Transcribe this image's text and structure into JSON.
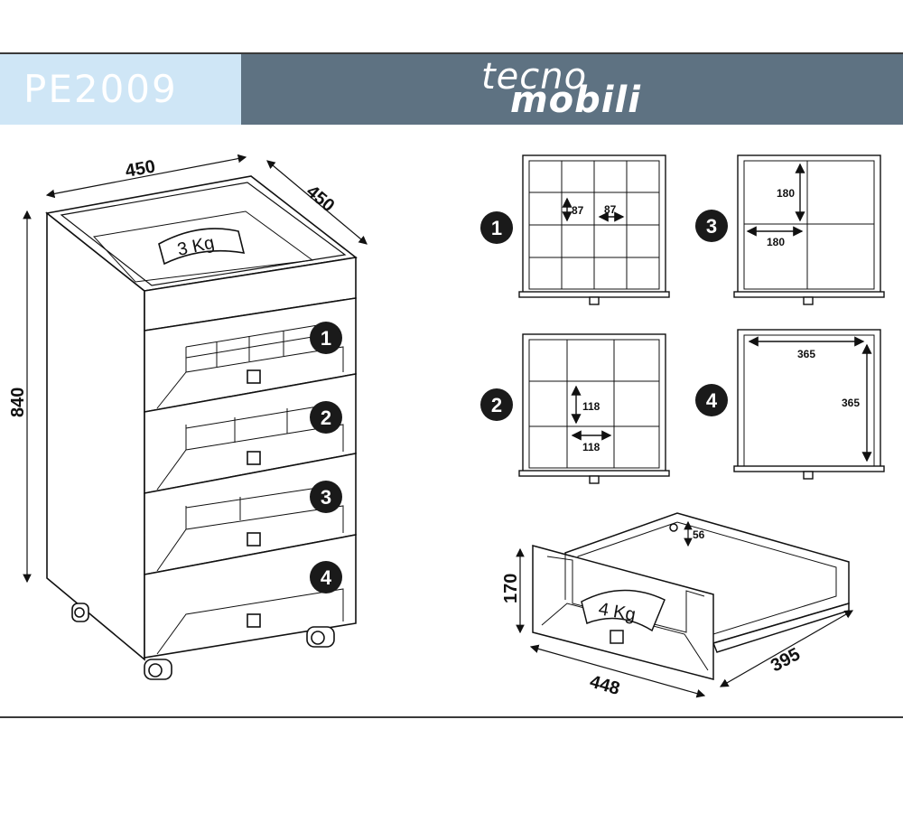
{
  "header": {
    "product_code": "PE2009",
    "brand_line1": "tecno",
    "brand_line2": "mobili"
  },
  "cabinet": {
    "width_label": "450",
    "depth_label": "450",
    "height_label": "840",
    "top_load": "3 Kg",
    "drawer_badges": [
      "1",
      "2",
      "3",
      "4"
    ]
  },
  "drawer_plans": {
    "d1": {
      "badge": "1",
      "cell_h": "87",
      "cell_w": "87"
    },
    "d2": {
      "badge": "2",
      "cell_h": "118",
      "cell_w": "118"
    },
    "d3": {
      "badge": "3",
      "cell_h": "180",
      "cell_w": "180"
    },
    "d4": {
      "badge": "4",
      "width": "365",
      "depth": "365"
    }
  },
  "drawer_detail": {
    "height_label": "170",
    "inner_label": "56",
    "width_label": "448",
    "depth_label": "395",
    "load": "4 Kg"
  },
  "colors": {
    "code_bg": "#cfe6f6",
    "brand_bg": "#5e7282",
    "badge_fill": "#1a1a1a"
  }
}
